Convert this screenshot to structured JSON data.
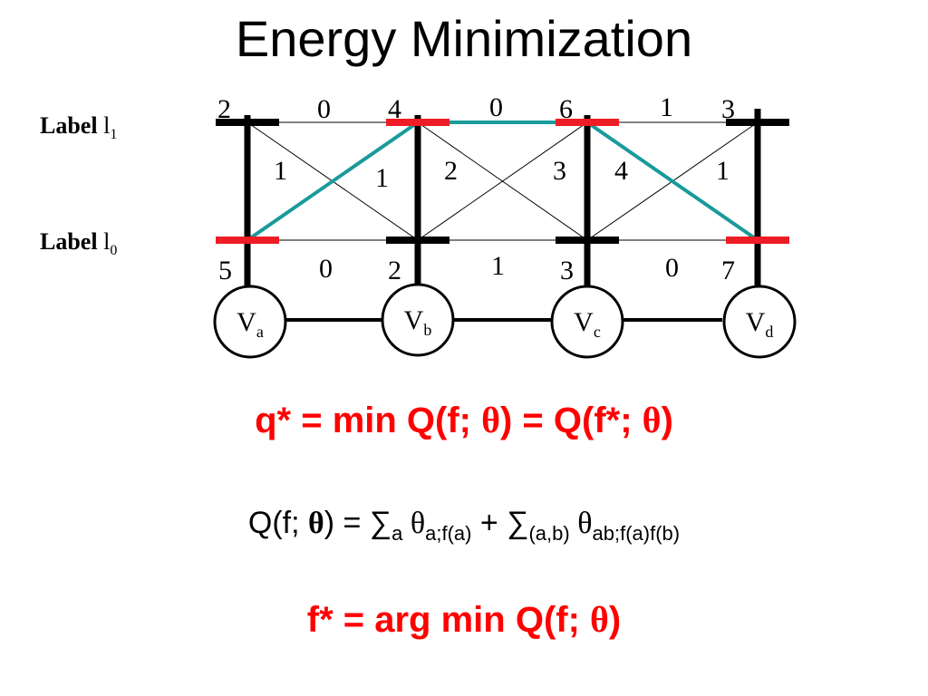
{
  "title": "Energy Minimization",
  "labels": {
    "l1": {
      "word": "Label",
      "var": "l",
      "sub": "1"
    },
    "l0": {
      "word": "Label",
      "var": "l",
      "sub": "0"
    }
  },
  "nodes": [
    {
      "name": "V",
      "sub": "a",
      "unary_l1": "2",
      "unary_l0": "5",
      "selected": "l0"
    },
    {
      "name": "V",
      "sub": "b",
      "unary_l1": "4",
      "unary_l0": "2",
      "selected": "l1"
    },
    {
      "name": "V",
      "sub": "c",
      "unary_l1": "6",
      "unary_l0": "3",
      "selected": "l1"
    },
    {
      "name": "V",
      "sub": "d",
      "unary_l1": "3",
      "unary_l0": "7",
      "selected": "l0"
    }
  ],
  "pairwise": [
    {
      "between": "a-b",
      "l1_l1": "0",
      "l1_l0": "1",
      "l0_l1": "1",
      "l0_l0": "0"
    },
    {
      "between": "b-c",
      "l1_l1": "0",
      "l1_l0": "2",
      "l0_l1": "3",
      "l0_l0": "1"
    },
    {
      "between": "c-d",
      "l1_l1": "1",
      "l1_l0": "4",
      "l0_l1": "1",
      "l0_l0": "0"
    }
  ],
  "colors": {
    "selected_label": "#ee1c25",
    "unselected_label": "#000000",
    "optimal_path": "#1a9a9a",
    "equation_highlight": "#ff0000"
  },
  "equations": {
    "qstar": {
      "lhs": "q* = min Q(f; ",
      "theta1": "θ",
      "mid": ") = Q(f*; ",
      "theta2": "θ",
      "end": ")"
    },
    "q": {
      "lhs": "Q(f; ",
      "theta0": "θ",
      "eq": ") = ∑",
      "sub1": "a",
      "theta1": " θ",
      "sub2": "a;f(a)",
      "plus": " + ∑",
      "sub3": "(a,b)",
      "theta2": " θ",
      "sub4": "ab;f(a)f(b)"
    },
    "fstar": {
      "lhs": "f* = arg min Q(f; ",
      "theta": "θ",
      "end": ")"
    }
  }
}
